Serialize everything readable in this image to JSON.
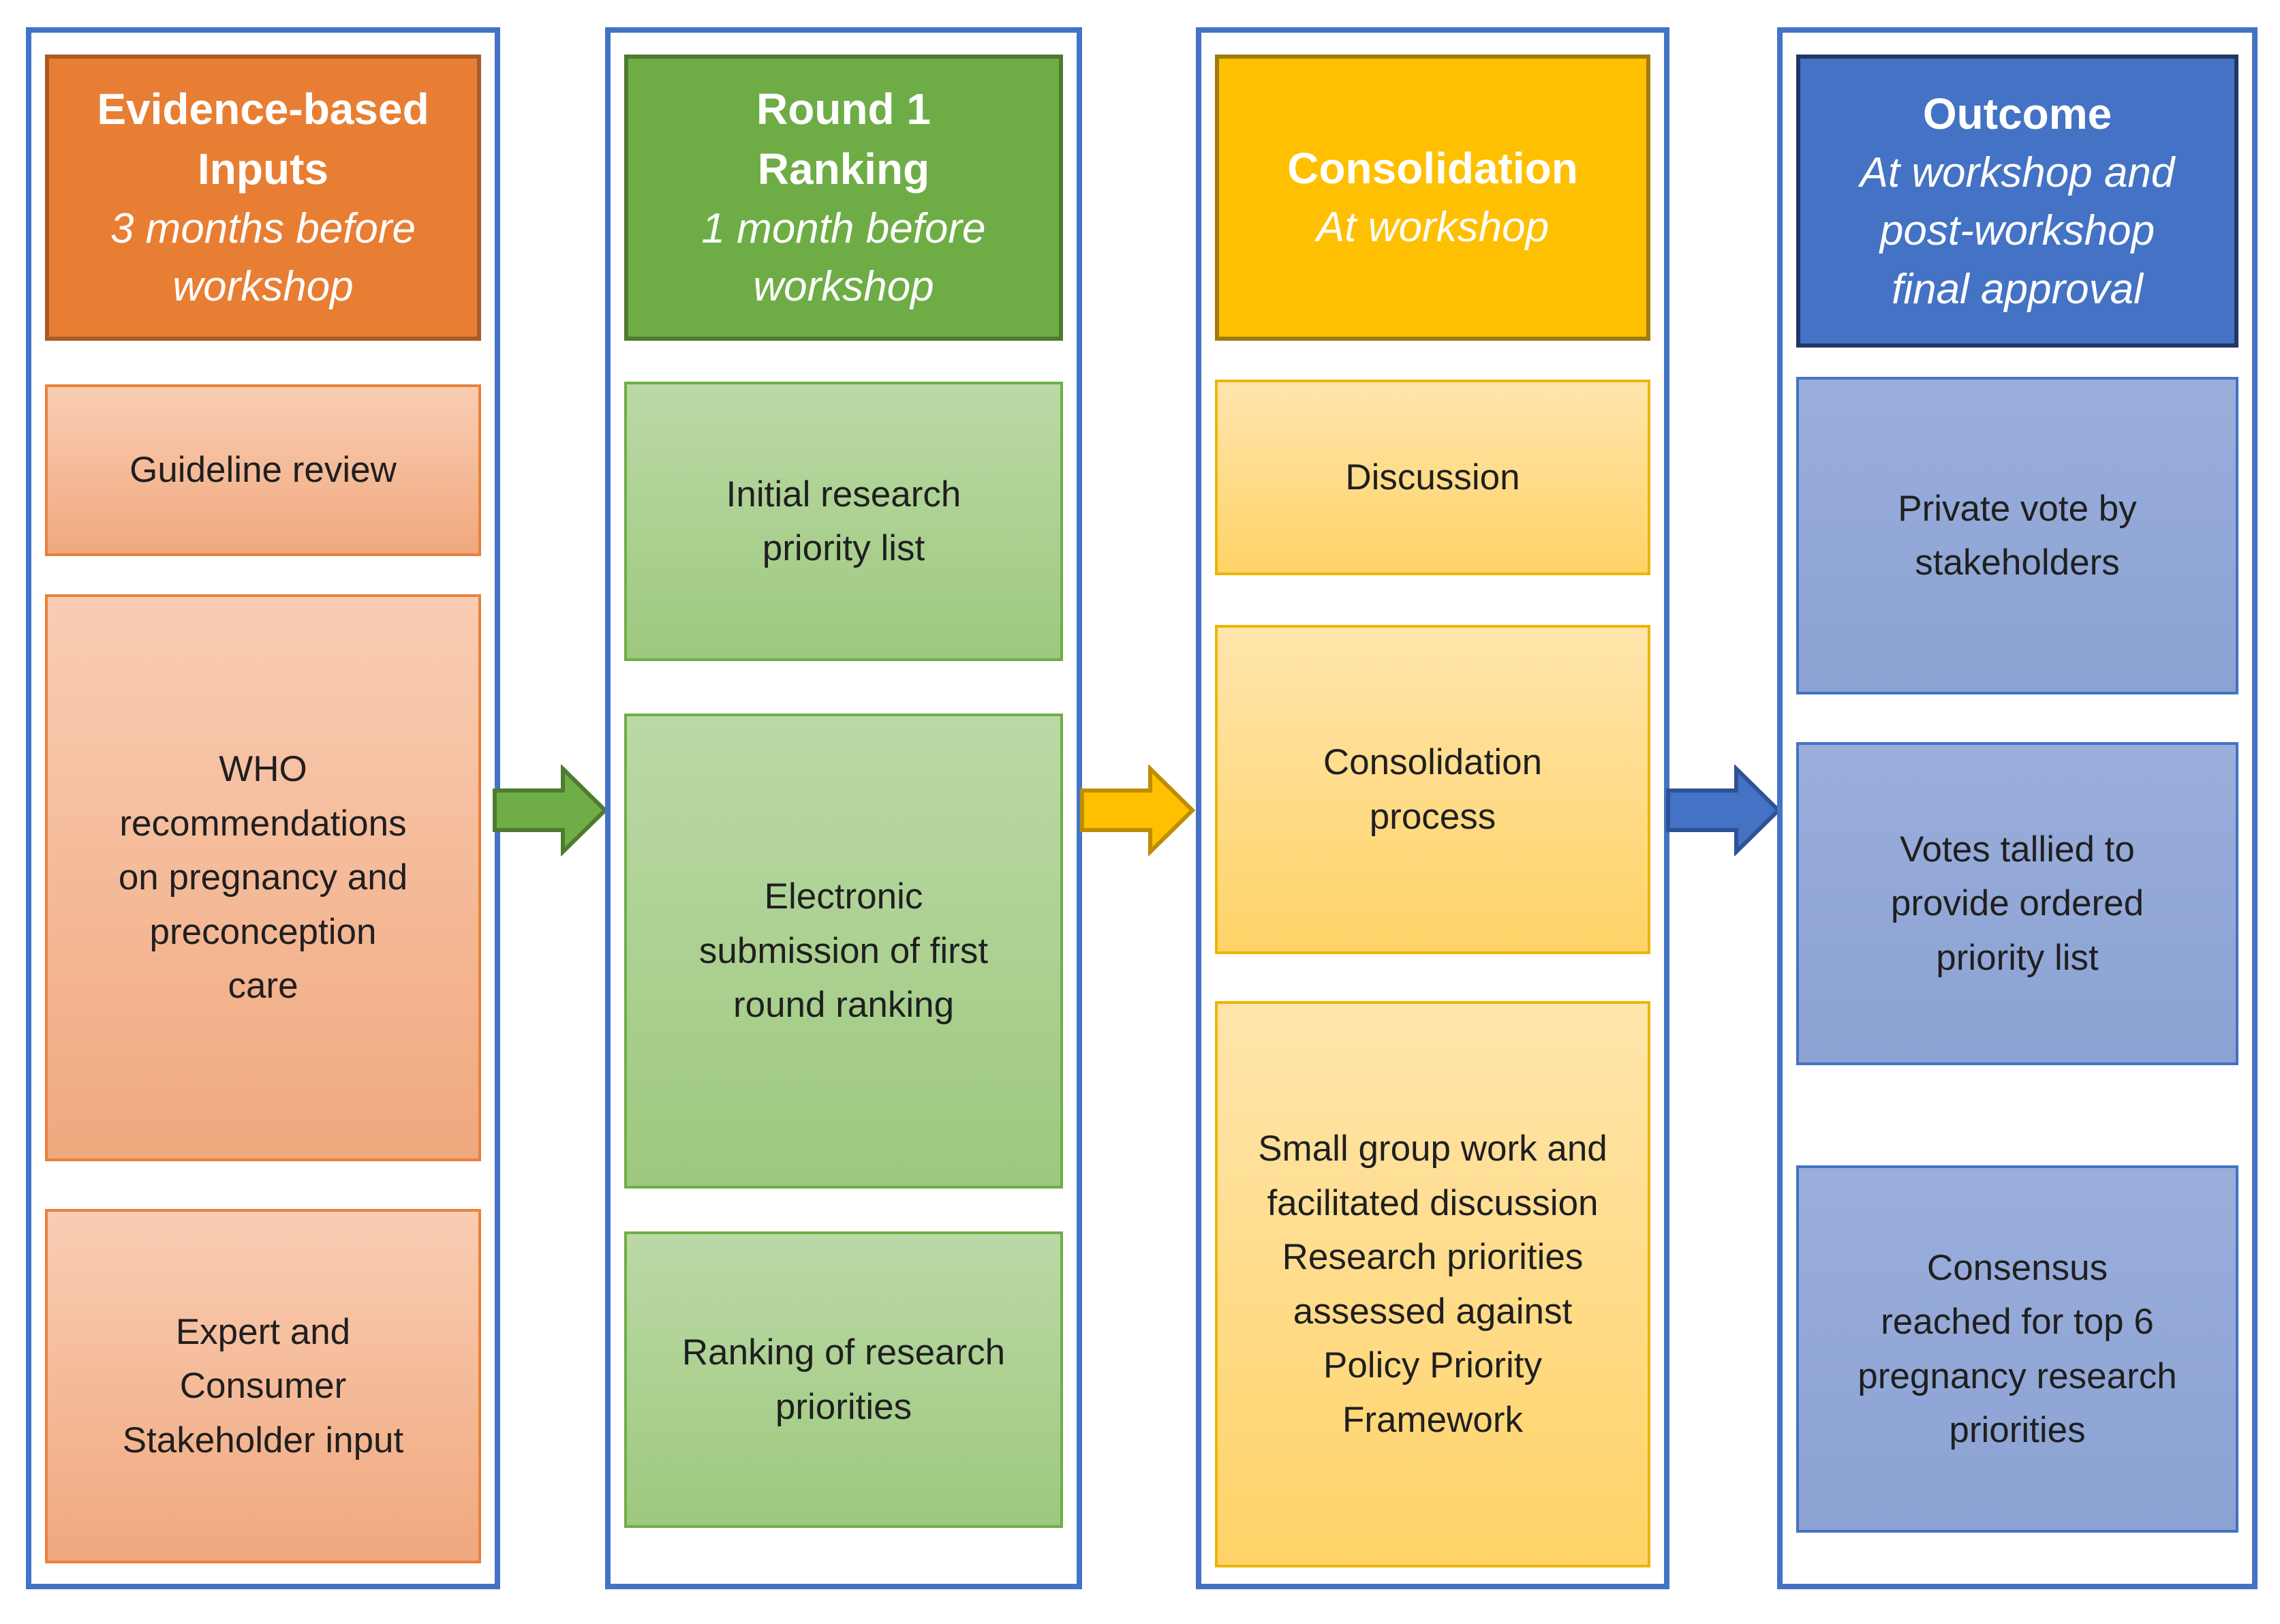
{
  "diagram": {
    "background": "#FFFFFF",
    "column_border_color": "#4472C4",
    "text_color": "#1F1F1F",
    "columns": [
      {
        "header": {
          "title": "Evidence-based Inputs",
          "subtitle": "3 months before workshop"
        },
        "boxes": [
          "Guideline review",
          "WHO recommendations on pregnancy and preconception care",
          "Expert and Consumer Stakeholder input"
        ],
        "theme": {
          "header_fill": "#E87E33",
          "header_border": "#A85B24",
          "box_fill": "#F5C09E",
          "box_border": "#E8823B"
        }
      },
      {
        "header": {
          "title": "Round 1 Ranking",
          "subtitle": "1 month before workshop"
        },
        "boxes": [
          "Initial research priority list",
          "Electronic submission of first round ranking",
          "Ranking of research priorities"
        ],
        "theme": {
          "header_fill": "#6EAD46",
          "header_border": "#4E7A31",
          "box_fill": "#ACD192",
          "box_border": "#6FAE47"
        }
      },
      {
        "header": {
          "title": "Consolidation",
          "subtitle": "At workshop"
        },
        "boxes": [
          "Discussion",
          "Consolidation process",
          [
            "Small group work and facilitated discussion",
            "Research priorities assessed against Policy Priority Framework"
          ]
        ],
        "theme": {
          "header_fill": "#FEC001",
          "header_border": "#9E7C0C",
          "box_fill": "#FFDC8A",
          "box_border": "#EDB500"
        }
      },
      {
        "header": {
          "title": "Outcome",
          "subtitle": "At workshop and post-workshop final approval"
        },
        "boxes": [
          "Private vote by stakeholders",
          "Votes tallied to provide ordered priority list",
          "Consensus reached for top 6 pregnancy research priorities"
        ],
        "theme": {
          "header_fill": "#4472C4",
          "header_border": "#203864",
          "box_fill": "#93A8D7",
          "box_border": "#4472C4"
        }
      }
    ],
    "arrows": [
      {
        "from": "Evidence-based Inputs",
        "to": "Round 1 Ranking",
        "direction": "right",
        "color": "#6FAE47",
        "outline": "#4E7A31"
      },
      {
        "from": "Round 1 Ranking",
        "to": "Consolidation",
        "direction": "right",
        "color": "#FEC001",
        "outline": "#BC8E00"
      },
      {
        "from": "Consolidation",
        "to": "Outcome",
        "direction": "right",
        "color": "#4472C4",
        "outline": "#2E5394"
      }
    ]
  }
}
